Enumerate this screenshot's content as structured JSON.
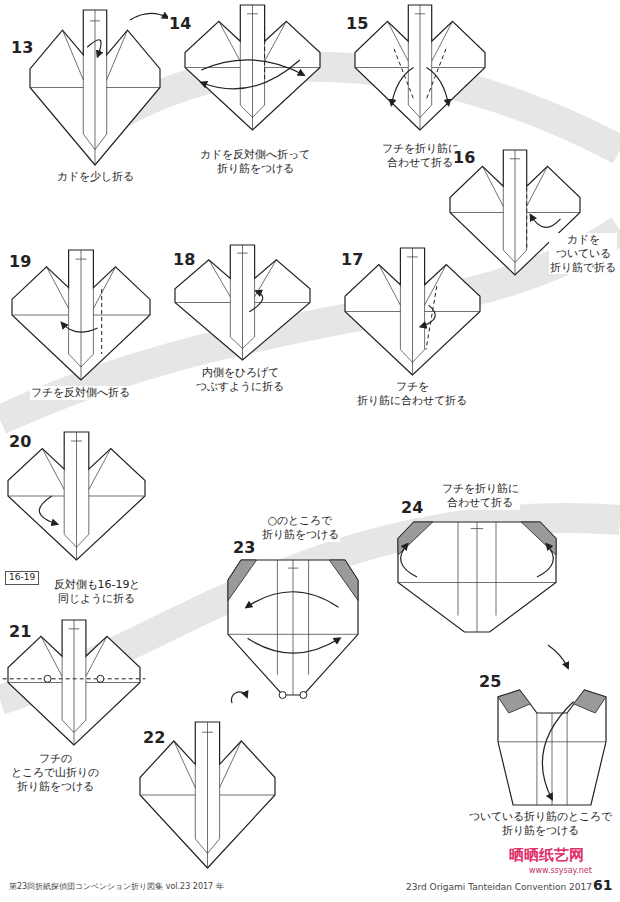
{
  "diagram": {
    "nodes": [
      {
        "text": [
          "16-19"
        ]
      }
    ],
    "labels": [
      "13",
      "カドを少し折る",
      "14",
      "カドを反対側へ折って 折り筋をつける",
      "15",
      "フチを折り筋に 合わせて折る",
      "16",
      "カドを ついている 折り筋で折る",
      "19",
      "18",
      "内側をひろげて つぶすように折る",
      "17",
      "フチを 折り筋に合わせて折る",
      "フチを反対側へ折る",
      "20",
      "反対側も16-19と 同じように折る",
      "21",
      "フチの ところで山折りの 折り筋をつける",
      "22",
      "23",
      "○のところで 折り筋をつける",
      "24",
      "フチを折り筋に 合わせて折る",
      "25",
      "ついている折り筋のところで 折り筋をつける",
      "第23回折紙探偵団コンベンション折り図集 vol.23 2017 年",
      "23rd Origami Tanteidan Convention 2017",
      "61",
      "晒晒纸艺网",
      "www.ssysay.net"
    ]
  }
}
